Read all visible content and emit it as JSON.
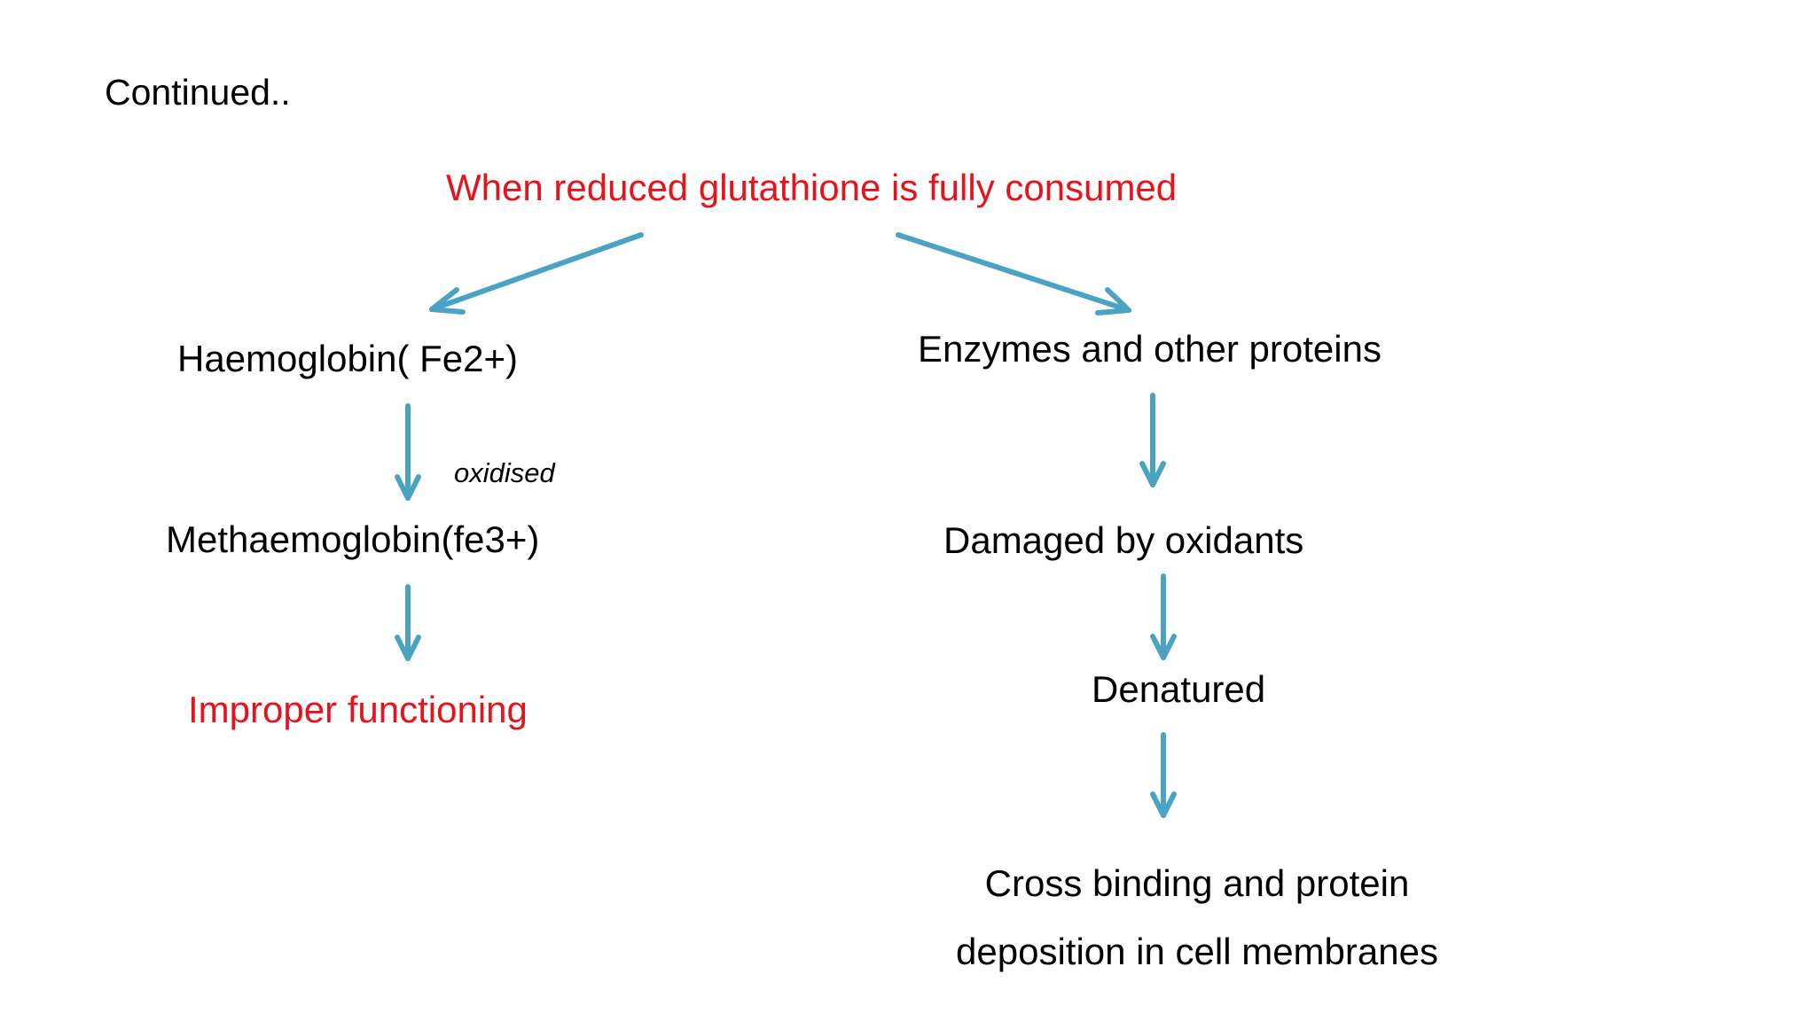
{
  "slide": {
    "heading": "Continued..",
    "root": "When reduced glutathione is fully consumed",
    "left_branch": {
      "node1": "Haemoglobin( Fe2+)",
      "edge_label": "oxidised",
      "node2": "Methaemoglobin(fe3+)",
      "node3": "Improper functioning"
    },
    "right_branch": {
      "node1": "Enzymes and other proteins",
      "node2": "Damaged by oxidants",
      "node3": "Denatured",
      "node4_line1": "Cross binding and protein",
      "node4_line2": "deposition in cell membranes"
    }
  },
  "colors": {
    "arrow": "#4ba3c3",
    "highlight_text": "#e8121a",
    "text": "#000000",
    "background": "#ffffff"
  }
}
